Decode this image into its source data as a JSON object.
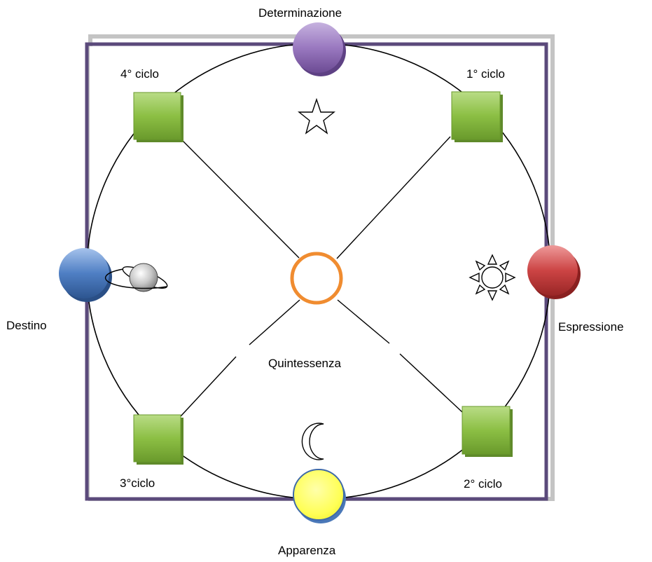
{
  "diagram": {
    "labels": {
      "top": "Determinazione",
      "right": "Espressione",
      "bottom": "Apparenza",
      "left": "Destino",
      "center": "Quintessenza",
      "cycle1": "1° ciclo",
      "cycle2": "2° ciclo",
      "cycle3": "3°ciclo",
      "cycle4": "4° ciclo"
    },
    "symbols": {
      "top": "star-icon",
      "right": "sun-icon",
      "bottom": "moon-icon",
      "left": "planet-icon"
    },
    "colors": {
      "frame": "#5b4a7b",
      "frame_shadow": "#c4c4c4",
      "top_node": "#9a79c0",
      "right_node": "#cc4444",
      "bottom_node": "#ffff66",
      "left_node": "#4f7fc4",
      "cycle_nodes": "#8cbf44",
      "center_ring": "#f08c30",
      "lines": "#000000"
    }
  }
}
